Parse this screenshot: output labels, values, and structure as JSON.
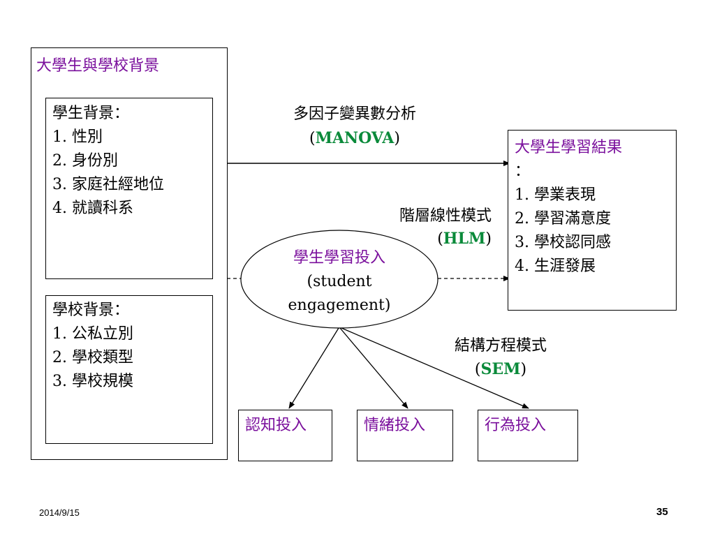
{
  "outer": {
    "title": "大學生與學校背景"
  },
  "student_background": {
    "title": "學生背景：",
    "items": [
      "1. 性別",
      "2. 身份別",
      "3. 家庭社經地位",
      "4. 就讀科系"
    ]
  },
  "school_background": {
    "title": "學校背景：",
    "items": [
      "1. 公私立別",
      "2. 學校類型",
      "3. 學校規模"
    ]
  },
  "manova": {
    "label": "多因子變異數分析",
    "paren_open": "(",
    "abbr": "MANOVA",
    "paren_close": ")"
  },
  "hlm": {
    "label": "階層線性模式",
    "paren_open": "(",
    "abbr": "HLM",
    "paren_close": ")"
  },
  "sem": {
    "label": "結構方程模式",
    "paren_open": "(",
    "abbr": "SEM",
    "paren_close": ")"
  },
  "outcome": {
    "title": "大學生學習結果",
    "colon": "：",
    "items": [
      "1. 學業表現",
      "2. 學習滿意度",
      "3. 學校認同感",
      "4. 生涯發展"
    ]
  },
  "engagement": {
    "title": "學生學習投入",
    "line1": "(student",
    "line2": "engagement)"
  },
  "engagement_types": [
    "認知投入",
    "情緒投入",
    "行為投入"
  ],
  "colors": {
    "purple": "#7a0f9c",
    "green": "#0a8a3a"
  },
  "footer": {
    "date": "2014/9/15",
    "page": "35"
  }
}
